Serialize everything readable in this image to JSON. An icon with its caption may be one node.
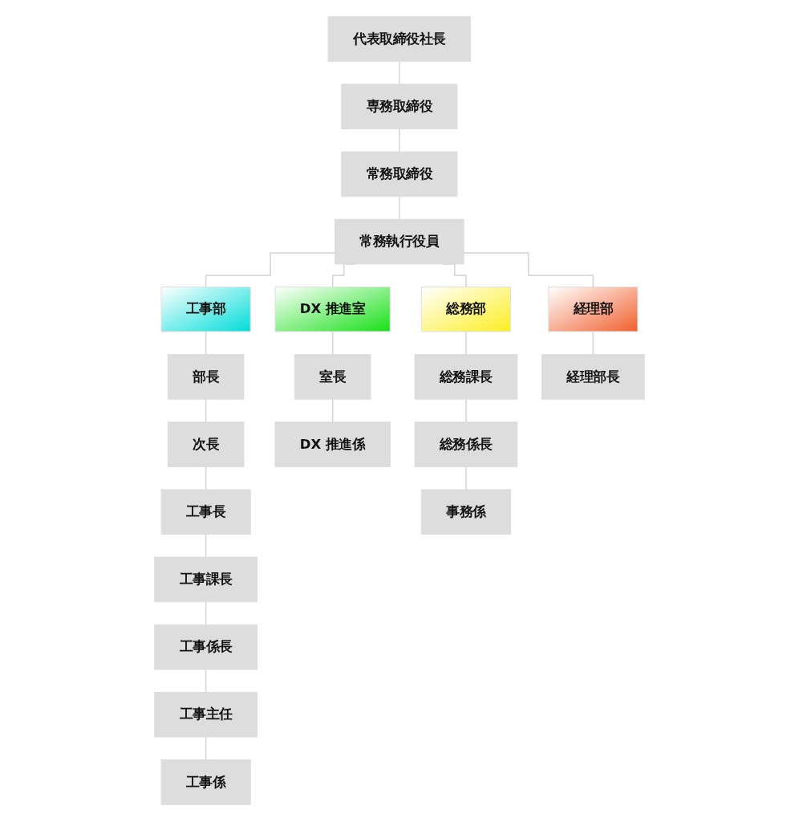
{
  "diagram": {
    "nodes": [
      {
        "text": [
          "代表取締役社長"
        ]
      },
      {
        "text": [
          "専務取締役"
        ]
      },
      {
        "text": [
          "常務取締役"
        ]
      },
      {
        "text": [
          "常務執行役員"
        ]
      },
      {
        "text": [
          "工事部"
        ]
      },
      {
        "text": [
          "DX 推進室"
        ]
      },
      {
        "text": [
          "総務部"
        ]
      },
      {
        "text": [
          "経理部"
        ]
      },
      {
        "text": [
          "部長"
        ]
      },
      {
        "text": [
          "次長"
        ]
      },
      {
        "text": [
          "工事長"
        ]
      },
      {
        "text": [
          "工事課長"
        ]
      },
      {
        "text": [
          "工事係長"
        ]
      },
      {
        "text": [
          "工事主任"
        ]
      },
      {
        "text": [
          "工事係"
        ]
      },
      {
        "text": [
          "室長"
        ]
      },
      {
        "text": [
          "DX 推進係"
        ]
      },
      {
        "text": [
          "総務課長"
        ]
      },
      {
        "text": [
          "総務係長"
        ]
      },
      {
        "text": [
          "事務係"
        ]
      },
      {
        "text": [
          "経理部長"
        ]
      }
    ],
    "edges": [
      {
        "from": 0,
        "to": 1,
        "arrow": "none"
      },
      {
        "from": 1,
        "to": 2,
        "arrow": "none"
      },
      {
        "from": 2,
        "to": 3,
        "arrow": "none"
      },
      {
        "from": 3,
        "to": 4,
        "arrow": "none"
      },
      {
        "from": 3,
        "to": 5,
        "arrow": "none"
      },
      {
        "from": 3,
        "to": 6,
        "arrow": "none"
      },
      {
        "from": 3,
        "to": 7,
        "arrow": "none"
      },
      {
        "from": 4,
        "to": 8,
        "arrow": "none"
      },
      {
        "from": 8,
        "to": 9,
        "arrow": "none"
      },
      {
        "from": 9,
        "to": 10,
        "arrow": "none"
      },
      {
        "from": 10,
        "to": 11,
        "arrow": "none"
      },
      {
        "from": 11,
        "to": 12,
        "arrow": "none"
      },
      {
        "from": 12,
        "to": 13,
        "arrow": "none"
      },
      {
        "from": 13,
        "to": 14,
        "arrow": "none"
      },
      {
        "from": 5,
        "to": 15,
        "arrow": "none"
      },
      {
        "from": 15,
        "to": 16,
        "arrow": "none"
      },
      {
        "from": 6,
        "to": 17,
        "arrow": "none"
      },
      {
        "from": 17,
        "to": 18,
        "arrow": "none"
      },
      {
        "from": 18,
        "to": 19,
        "arrow": "none"
      },
      {
        "from": 7,
        "to": 20,
        "arrow": "none"
      }
    ]
  }
}
